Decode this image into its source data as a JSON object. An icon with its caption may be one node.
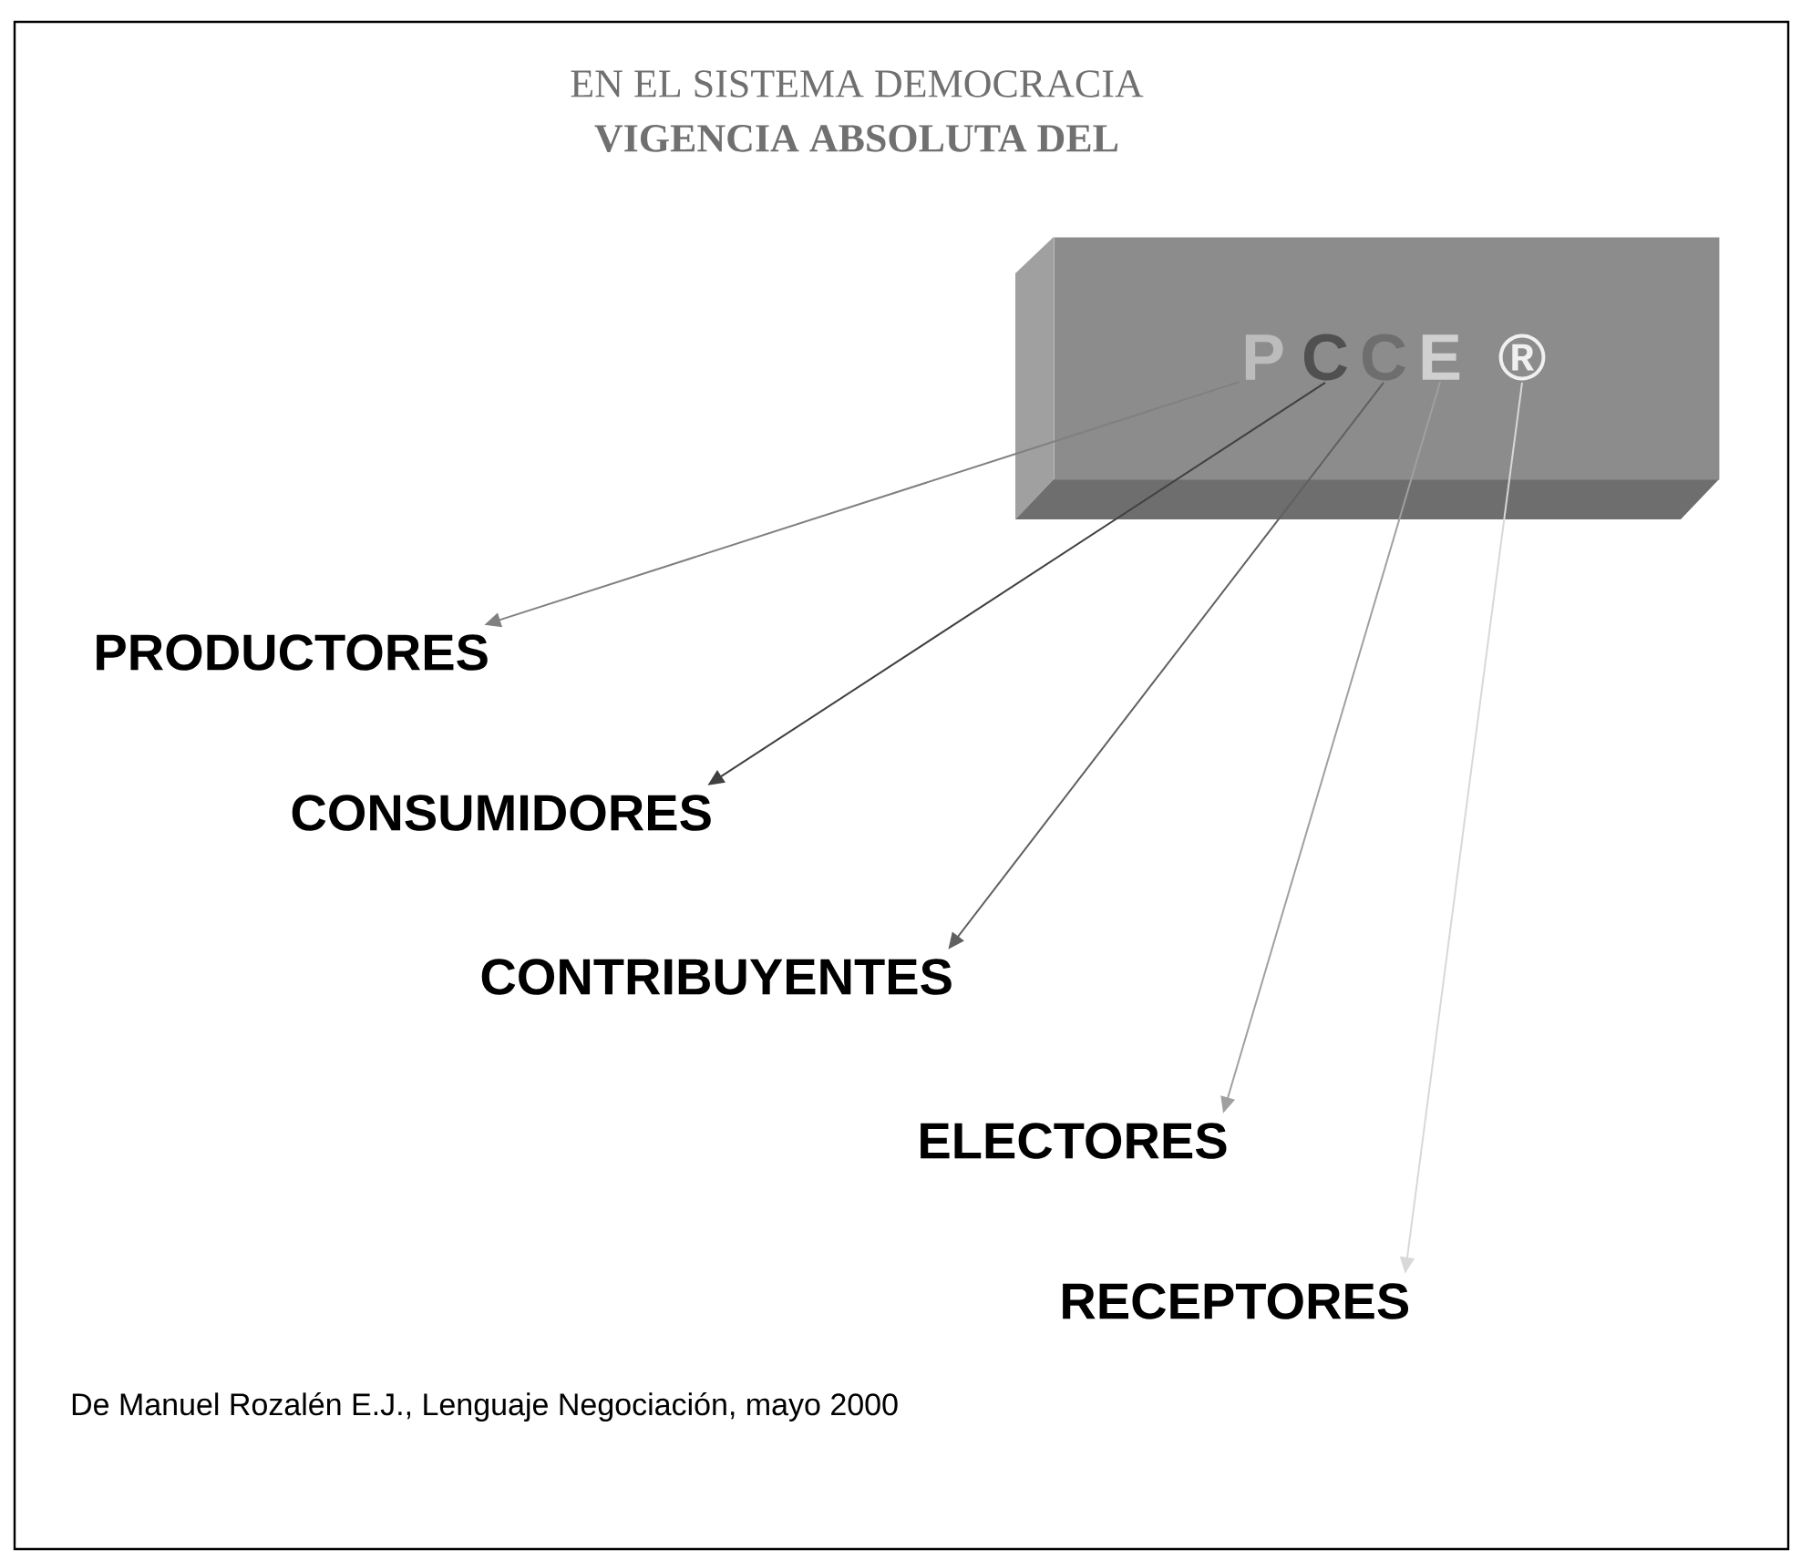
{
  "diagram": {
    "title": "EN EL SISTEMA DEMOCRACIA",
    "labels": [
      "VIGENCIA ABSOLUTA DEL"
    ],
    "caption": "De Manuel Rozalén E.J.,  Lenguaje Negociación, mayo 2000",
    "nodes": [
      {
        "text": [],
        "shape": "box"
      },
      {
        "text": [
          "P"
        ],
        "in": 0
      },
      {
        "text": [
          "C"
        ],
        "in": 0
      },
      {
        "text": [
          "C"
        ],
        "in": 0
      },
      {
        "text": [
          "E"
        ],
        "in": 0
      },
      {
        "text": [
          "®"
        ],
        "in": 0
      },
      {
        "text": [
          "PRODUCTORES"
        ]
      },
      {
        "text": [
          "CONSUMIDORES"
        ]
      },
      {
        "text": [
          "CONTRIBUYENTES"
        ]
      },
      {
        "text": [
          "ELECTORES"
        ]
      },
      {
        "text": [
          "RECEPTORES"
        ]
      }
    ],
    "edges": [
      {
        "from": 1,
        "to": 6,
        "arrow": "to",
        "color": "#808080"
      },
      {
        "from": 2,
        "to": 7,
        "arrow": "to",
        "color": "#404040"
      },
      {
        "from": 3,
        "to": 8,
        "arrow": "to",
        "color": "#606060"
      },
      {
        "from": 4,
        "to": 9,
        "arrow": "to",
        "color": "#a0a0a0"
      },
      {
        "from": 5,
        "to": 10,
        "arrow": "to",
        "color": "#d8d8d8"
      }
    ]
  }
}
